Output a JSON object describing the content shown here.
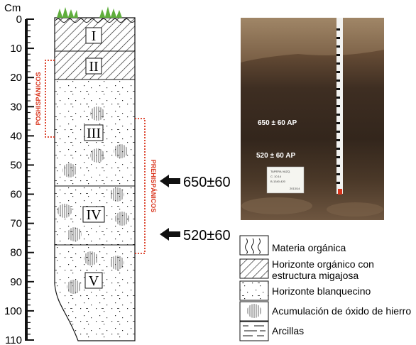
{
  "scale": {
    "unit": "Cm",
    "ticks": [
      "0",
      "10",
      "20",
      "30",
      "40",
      "50",
      "60",
      "70",
      "80",
      "90",
      "100",
      "110"
    ]
  },
  "horizons": [
    {
      "label": "I"
    },
    {
      "label": "II"
    },
    {
      "label": "III"
    },
    {
      "label": "IV"
    },
    {
      "label": "V"
    }
  ],
  "periods": {
    "post": "POSHISPÁNICOS",
    "pre": "PREHISPÁNICOS"
  },
  "dates": {
    "first": "650±60",
    "second": "520±60"
  },
  "photo": {
    "label_650": "650 ± 60  AP",
    "label_520": "520 ± 60  AP",
    "card_lines": [
      "TAPERA VAZQ.",
      "C. 10.14",
      "B-1340-420",
      "2013/14"
    ]
  },
  "legend": [
    {
      "key": "organic",
      "label": "Materia orgánica"
    },
    {
      "key": "crumb",
      "label": "Horizonte orgánico con estructura migajosa"
    },
    {
      "key": "whitish",
      "label": "Horizonte blanquecino"
    },
    {
      "key": "ironoxide",
      "label": "Acumulación de óxido de hierro"
    },
    {
      "key": "clay",
      "label": "Arcillas"
    }
  ]
}
